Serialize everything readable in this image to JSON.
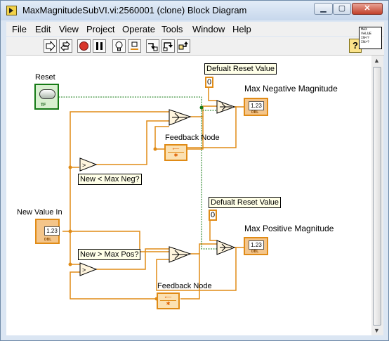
{
  "window": {
    "title": "MaxMagnitudeSubVI.vi:2560001 (clone) Block Diagram",
    "minimize_label": "▁",
    "maximize_label": "▢",
    "close_label": "✕"
  },
  "menu": {
    "items": [
      "File",
      "Edit",
      "View",
      "Project",
      "Operate",
      "Tools",
      "Window",
      "Help"
    ]
  },
  "toolbar": {
    "help_label": "?",
    "icons": [
      "run-arrow-icon",
      "run-continuously-icon",
      "abort-icon",
      "pause-icon",
      "highlight-execution-icon",
      "retain-wire-values-icon",
      "step-into-icon",
      "step-over-icon",
      "step-out-icon"
    ]
  },
  "vi_icon": {
    "lines": [
      "MAX",
      "VALUE",
      "IN<?",
      "IN>?"
    ]
  },
  "diagram": {
    "reset_label": "Reset",
    "reset_type": "TF",
    "new_value_label": "New Value In",
    "new_value_display": "1.23",
    "new_value_type": "DBL",
    "default_reset_top": "Defualt Reset Value",
    "default_reset_top_value": "0",
    "default_reset_bottom": "Defualt Reset Value",
    "default_reset_bottom_value": "0",
    "max_neg_label": "Max Negative Magnitude",
    "max_neg_display": "1.23",
    "max_neg_type": "DBL",
    "max_pos_label": "Max  Positive Magnitude",
    "max_pos_display": "1.23",
    "max_pos_type": "DBL",
    "feedback_top_label": "Feedback Node",
    "feedback_bottom_label": "Feedback Node",
    "cmp_neg_label": "New < Max Neg?",
    "cmp_pos_label": "New > Max Pos?",
    "feedback_arrow": "⟵",
    "feedback_init": "✱"
  },
  "colors": {
    "numeric_wire": "#e08b16",
    "boolean_wire": "#157a15",
    "window_frame": "#dbe6f3"
  }
}
